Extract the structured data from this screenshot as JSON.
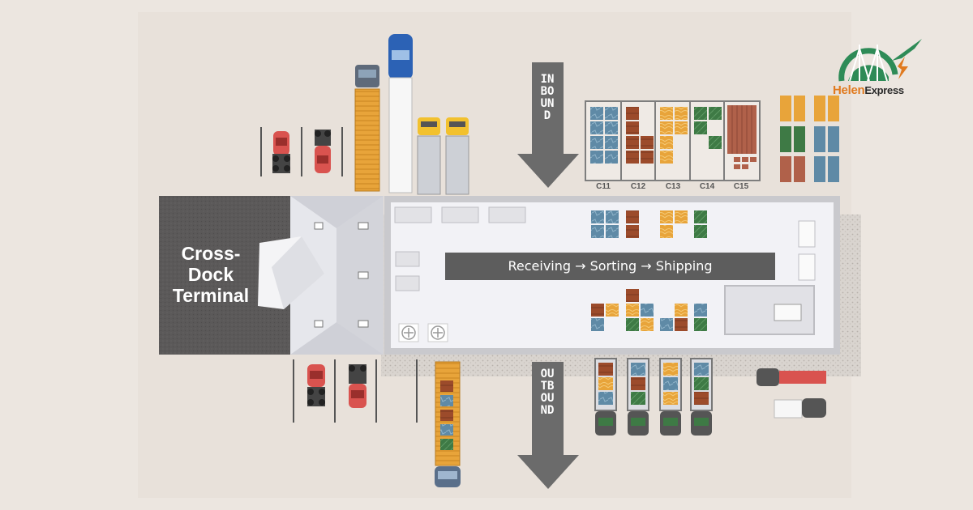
{
  "terminal": {
    "label_line1": "Cross-",
    "label_line2": "Dock",
    "label_line3": "Terminal"
  },
  "flow": {
    "label": "Receiving → Sorting → Shipping"
  },
  "inbound": {
    "label": "INBOUND"
  },
  "outbound": {
    "label": "OUTBOUND"
  },
  "bays": [
    "C11",
    "C12",
    "C13",
    "C14",
    "C15"
  ],
  "logo": {
    "brand": "Helen",
    "suffix": "Express"
  },
  "colors": {
    "background": "#ece6e0",
    "terminal_dark": "#5a5858",
    "warehouse_floor": "#f2f2f6",
    "arrow": "#6b6b6b",
    "blue_crate": "#5f8aa6",
    "brown_crate": "#9c4b2b",
    "yellow_crate": "#e8a43a",
    "green_crate": "#3e7a45",
    "logo_green": "#2e8b57",
    "logo_orange": "#e07a1f"
  }
}
